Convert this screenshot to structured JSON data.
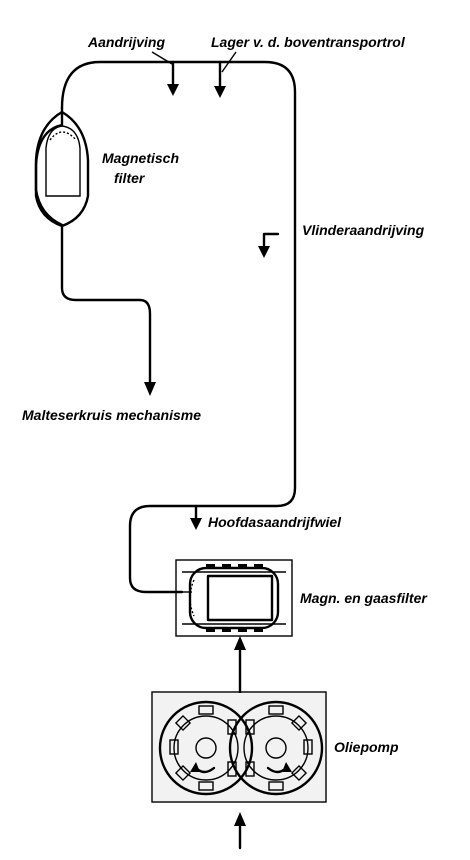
{
  "labels": {
    "drive": "Aandrijving",
    "bearing": "Lager v. d. boventransportrol",
    "magnetic_filter": "Magnetisch",
    "magnetic_filter_2": "filter",
    "butterfly_drive": "Vlinderaandrijving",
    "maltese_cross": "Malteserkruis mechanisme",
    "main_shaft_gear": "Hoofdasaandrijfwiel",
    "magn_gauze_filter": "Magn. en gaasfilter",
    "oil_pump": "Oliepomp"
  }
}
